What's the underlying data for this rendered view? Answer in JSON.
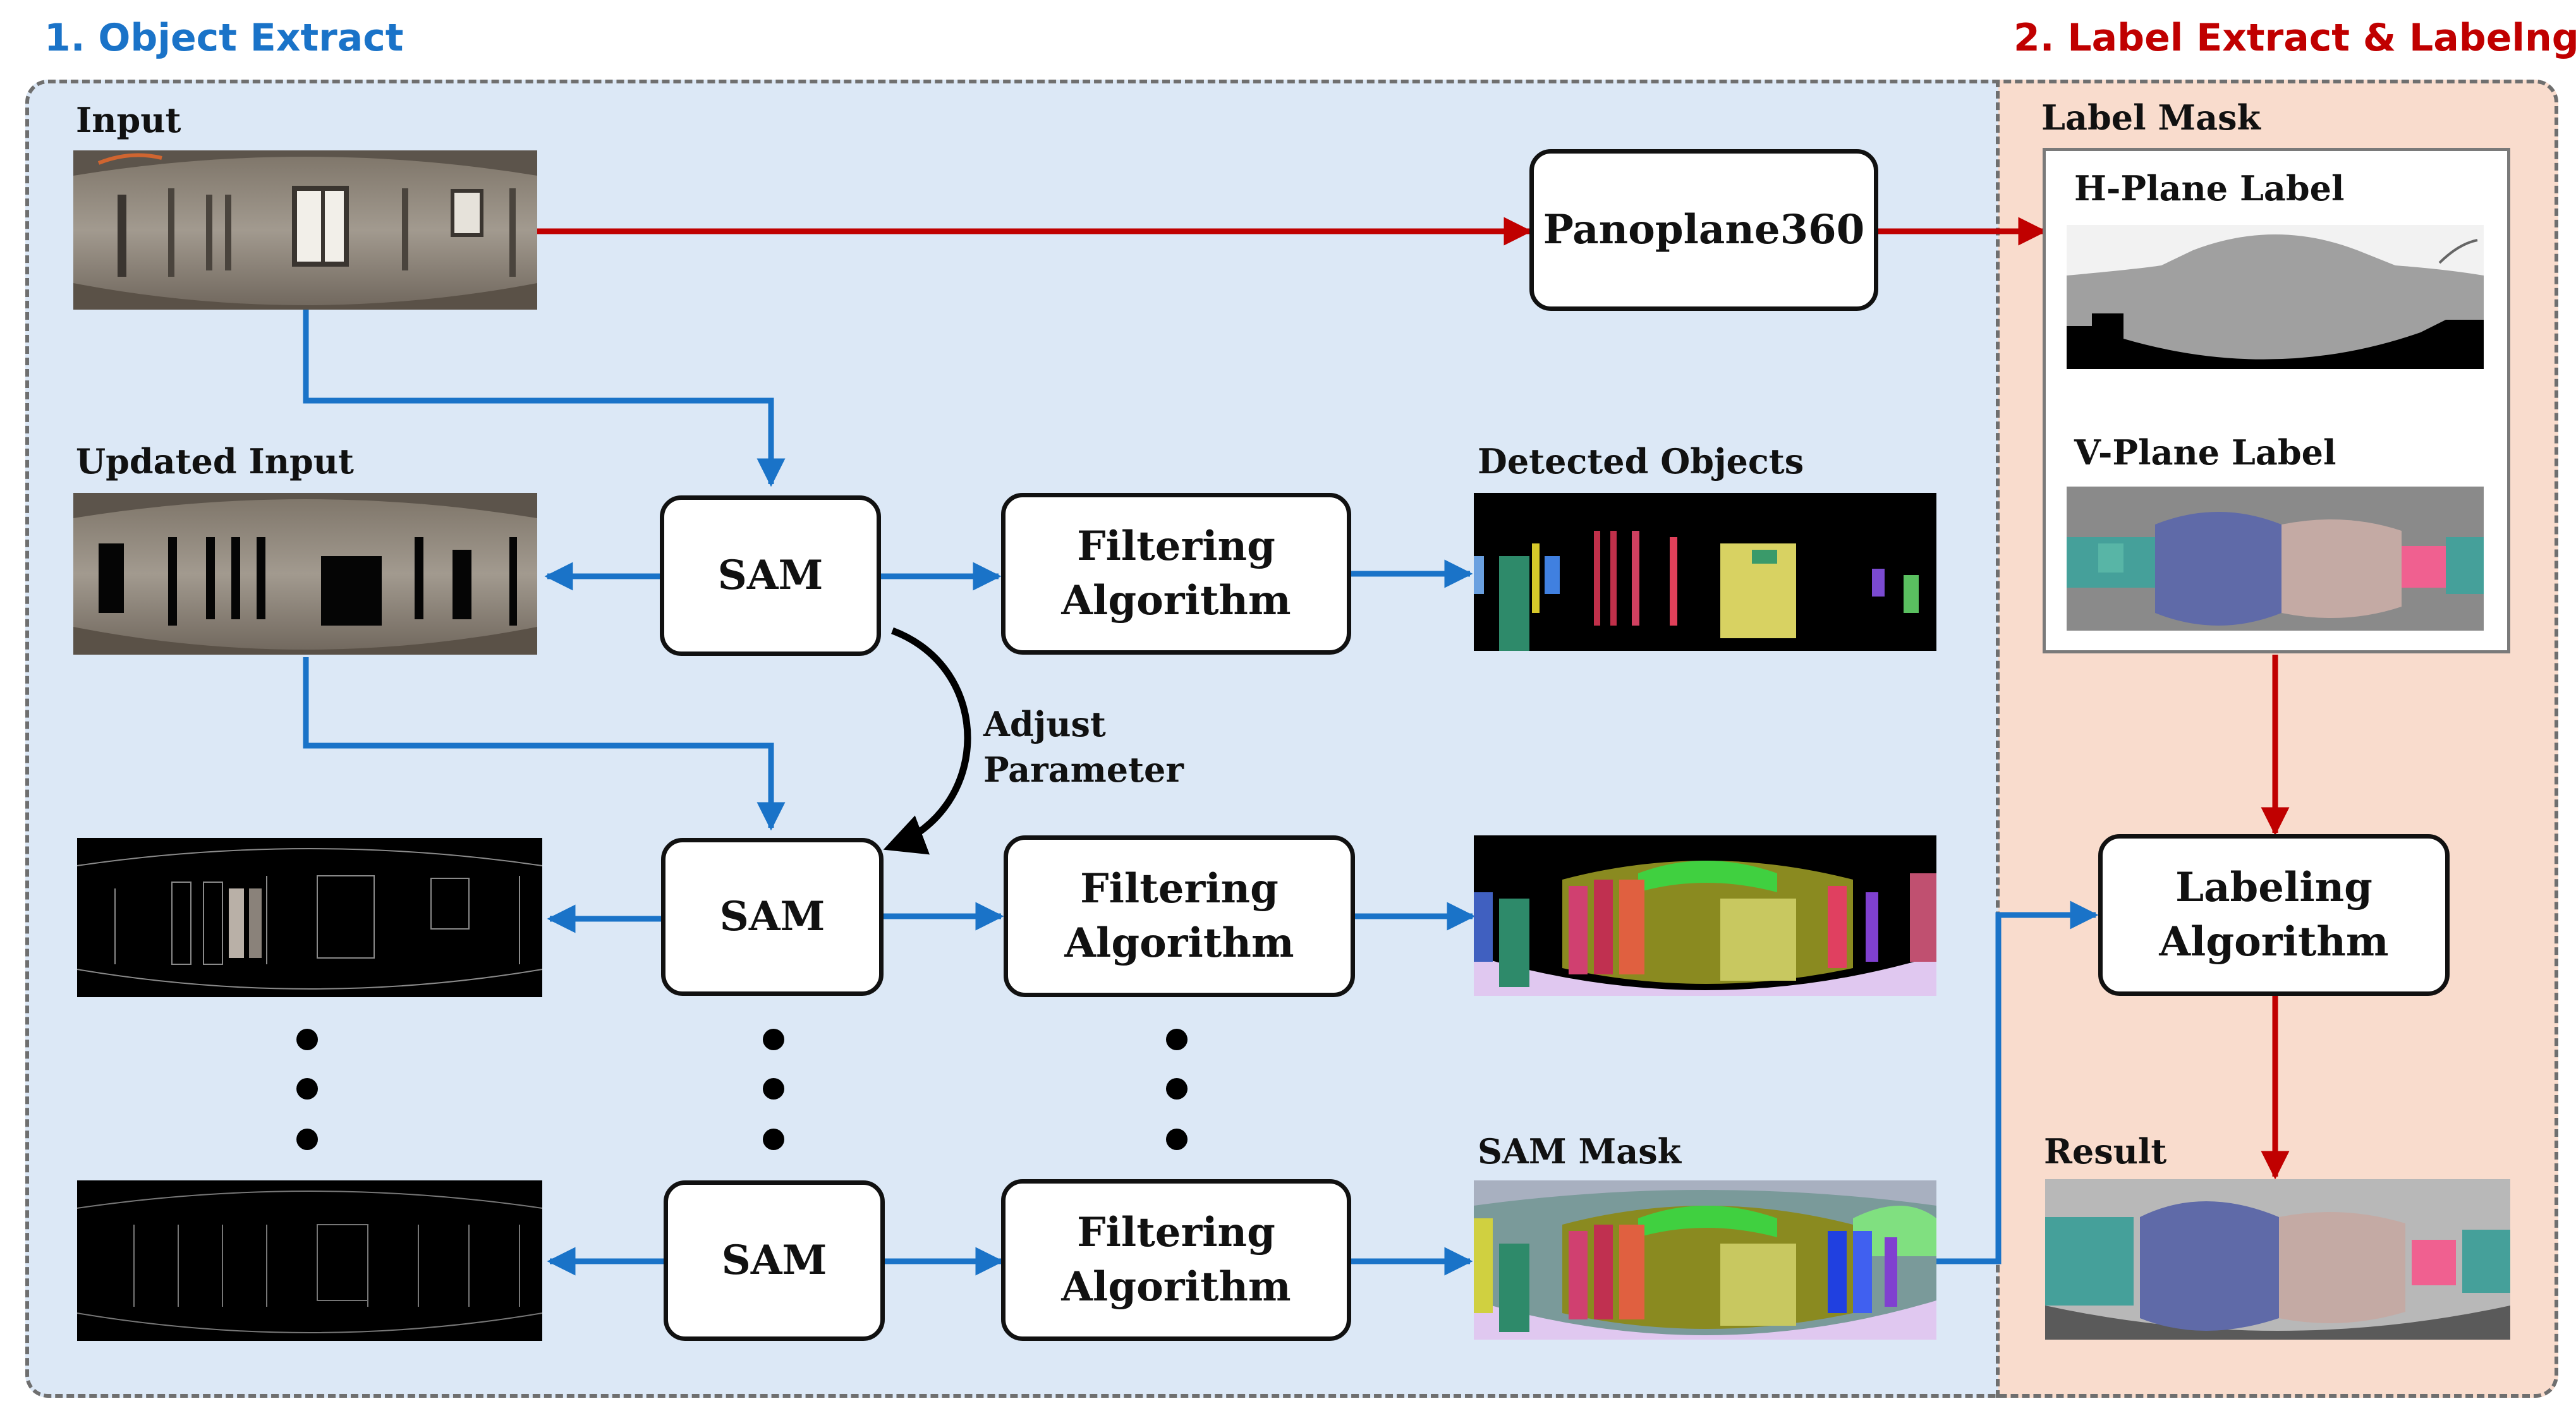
{
  "sections": {
    "object_extract": "1. Object Extract",
    "label_extract": "2. Label Extract & Labelng"
  },
  "labels": {
    "input": "Input",
    "updated_input": "Updated Input",
    "detected_objects": "Detected Objects",
    "sam_mask": "SAM Mask",
    "label_mask": "Label Mask",
    "h_plane": "H-Plane Label",
    "v_plane": "V-Plane Label",
    "result": "Result",
    "adjust_line1": "Adjust",
    "adjust_line2": "Parameter"
  },
  "boxes": {
    "panoplane": "Panoplane360",
    "sam": "SAM",
    "filter_line1": "Filtering",
    "filter_line2": "Algorithm",
    "labeling_line1": "Labeling",
    "labeling_line2": "Algorithm"
  },
  "colors": {
    "blue_arrow": "#1a73c8",
    "red_arrow": "#c00000",
    "left_bg": "#dce8f6",
    "right_bg": "#f9dccd",
    "title_blue": "#1a73c8",
    "title_red": "#c00000"
  }
}
